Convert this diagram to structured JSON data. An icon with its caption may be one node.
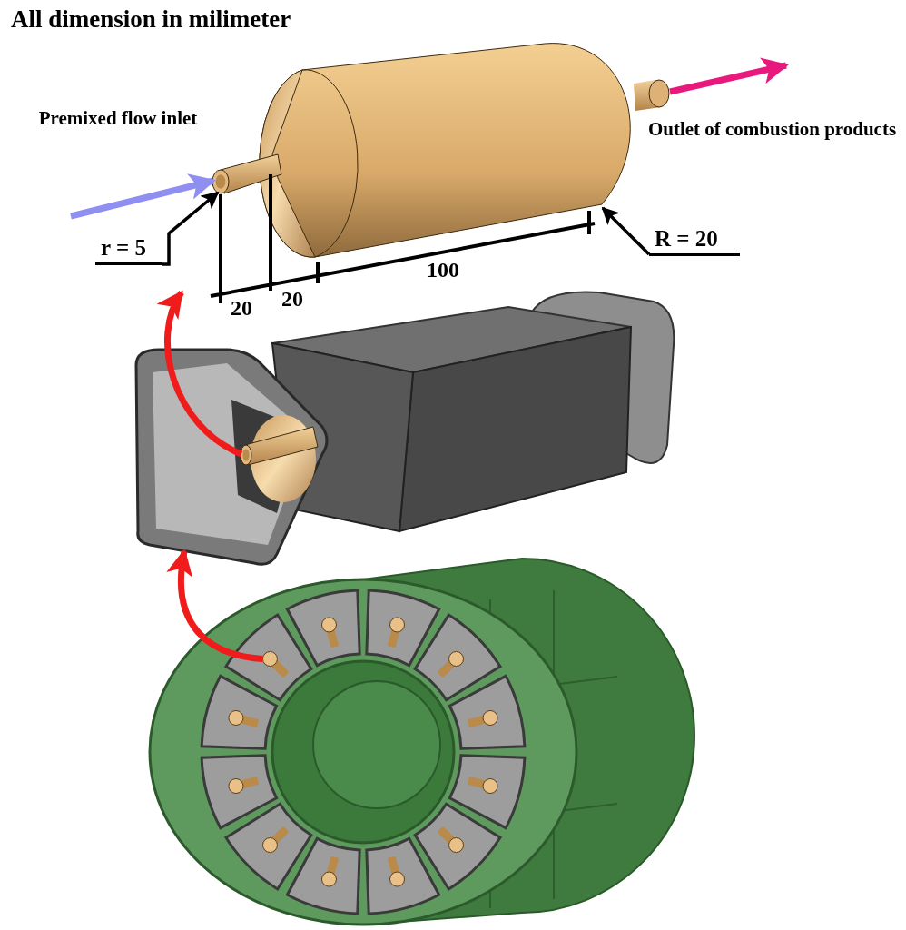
{
  "diagram": {
    "title": "All dimension in milimeter",
    "nodes": [
      {
        "text": [],
        "shape": "picture"
      },
      {
        "text": [],
        "shape": "cylinder"
      },
      {
        "text": [
          "r = 5"
        ]
      },
      {
        "text": [
          "R = 20"
        ]
      },
      {
        "text": [],
        "shape": "picture"
      },
      {
        "text": [],
        "shape": "cylinder",
        "in": 4
      },
      {
        "text": [],
        "shape": "picture"
      },
      {
        "text": [],
        "shape": "cylinder",
        "in": 6
      },
      {
        "text": [],
        "shape": "cylinder",
        "in": 6
      },
      {
        "text": [],
        "shape": "cylinder",
        "in": 6
      },
      {
        "text": [],
        "shape": "cylinder",
        "in": 6
      },
      {
        "text": [],
        "shape": "cylinder",
        "in": 6
      },
      {
        "text": [],
        "shape": "cylinder",
        "in": 6
      },
      {
        "text": [],
        "shape": "cylinder",
        "in": 6
      },
      {
        "text": [],
        "shape": "cylinder",
        "in": 6
      },
      {
        "text": [],
        "shape": "cylinder",
        "in": 6
      },
      {
        "text": [],
        "shape": "cylinder",
        "in": 6
      },
      {
        "text": [],
        "shape": "cylinder",
        "in": 6
      },
      {
        "text": [],
        "shape": "cylinder",
        "in": 6
      }
    ],
    "edges": [
      {
        "from": null,
        "to": 1,
        "arrow": "to",
        "color": "#8f8ff2"
      },
      {
        "from": 0,
        "to": null,
        "arrow": "to",
        "color": "#e8187c"
      },
      {
        "from": 2,
        "to": 1,
        "arrow": "to"
      },
      {
        "from": 3,
        "to": 0,
        "arrow": "to"
      },
      {
        "from": 5,
        "to": null,
        "arrow": "to",
        "color": "#f01c1c"
      },
      {
        "from": 9,
        "to": 4,
        "arrow": "to",
        "color": "#f01c1c"
      }
    ],
    "labels": [
      "Premixed flow inlet",
      "Outlet of combustion products",
      "20",
      "20",
      "100"
    ]
  }
}
